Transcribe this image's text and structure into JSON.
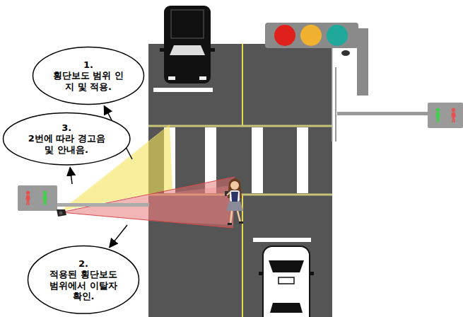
{
  "diagram": {
    "nodes": [
      {
        "text": [
          "1.",
          "횡단보도 범위 인지 및 적용."
        ]
      },
      {
        "text": [
          "3.",
          "2번에 따라 경고음 및 안내음."
        ]
      },
      {
        "text": [
          "2.",
          "적용된 횡단보도 범위에서 이탈자 확인."
        ]
      }
    ]
  }
}
